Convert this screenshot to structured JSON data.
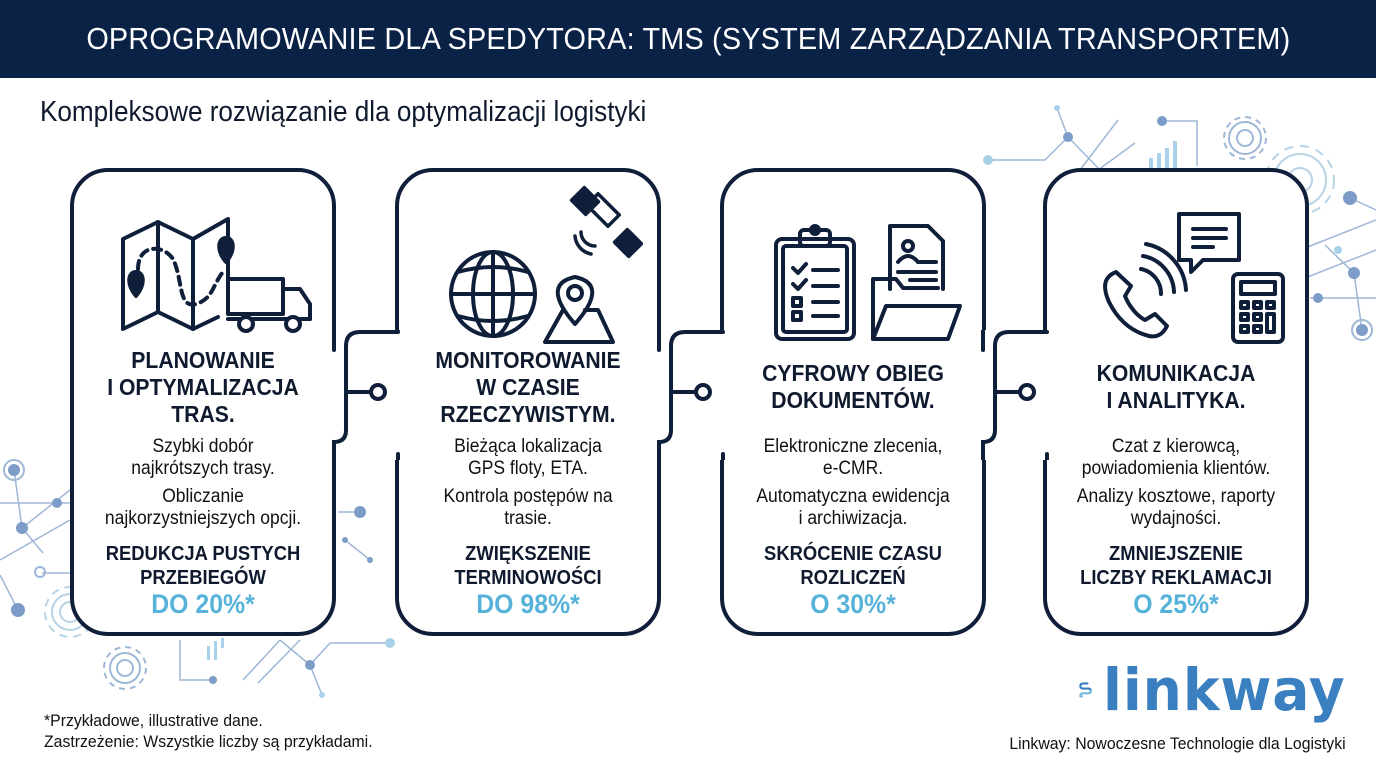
{
  "header": {
    "title": "OPROGRAMOWANIE DLA SPEDYTORA: TMS (SYSTEM ZARZĄDZANIA TRANSPORTEM)"
  },
  "subtitle": "Kompleksowe rozwiązanie dla optymalizacji logistyki",
  "colors": {
    "header_bg": "#0b2247",
    "card_border": "#0f1f3a",
    "accent": "#57b2d9",
    "logo_blue": "#3a7fc0",
    "deco_blue": "#7d9cc8"
  },
  "cards": [
    {
      "icons": [
        "map-icon",
        "route-icon",
        "location-pin-icon",
        "truck-icon"
      ],
      "title": "PLANOWANIE\nI OPTYMALIZACJA\nTRAS.",
      "desc": [
        "Szybki dobór\nnajkrótszych trasy.",
        "Obliczanie\nnajkorzystniejszych opcji."
      ],
      "metric_label": "REDUKCJA PUSTYCH\nPRZEBIEGÓW",
      "metric_value": "DO 20%*"
    },
    {
      "icons": [
        "globe-icon",
        "location-pin-icon",
        "satellite-icon"
      ],
      "title": "MONITOROWANIE\nW CZASIE\nRZECZYWISTYM.",
      "desc": [
        "Bieżąca lokalizacja\nGPS floty, ETA.",
        "Kontrola postępów na\ntrasie."
      ],
      "metric_label": "ZWIĘKSZENIE\nTERMINOWOŚCI",
      "metric_value": "DO 98%*"
    },
    {
      "icons": [
        "clipboard-checklist-icon",
        "folder-document-icon"
      ],
      "title": "CYFROWY OBIEG\nDOKUMENTÓW.",
      "desc": [
        "Elektroniczne zlecenia,\ne-CMR.",
        "Automatyczna ewidencja\ni archiwizacja."
      ],
      "metric_label": "SKRÓCENIE CZASU\nROZLICZEŃ",
      "metric_value": "O 30%*"
    },
    {
      "icons": [
        "phone-icon",
        "chat-bubble-icon",
        "calculator-icon"
      ],
      "title": "KOMUNIKACJA\nI ANALITYKA.",
      "desc": [
        "Czat z kierowcą,\npowiadomienia klientów.",
        "Analizy kosztowe, raporty\nwydajności."
      ],
      "metric_label": "ZMNIEJSZENIE\nLICZBY REKLAMACJI",
      "metric_value": "O 25%*"
    }
  ],
  "footer": {
    "note_1": "*Przykładowe, illustrative dane.",
    "note_2": "Zastrzeżenie: Wszystkie liczby są przykładami.",
    "logo_text": "linkway",
    "tagline": "Linkway: Nowoczesne Technologie dla Logistyki"
  }
}
